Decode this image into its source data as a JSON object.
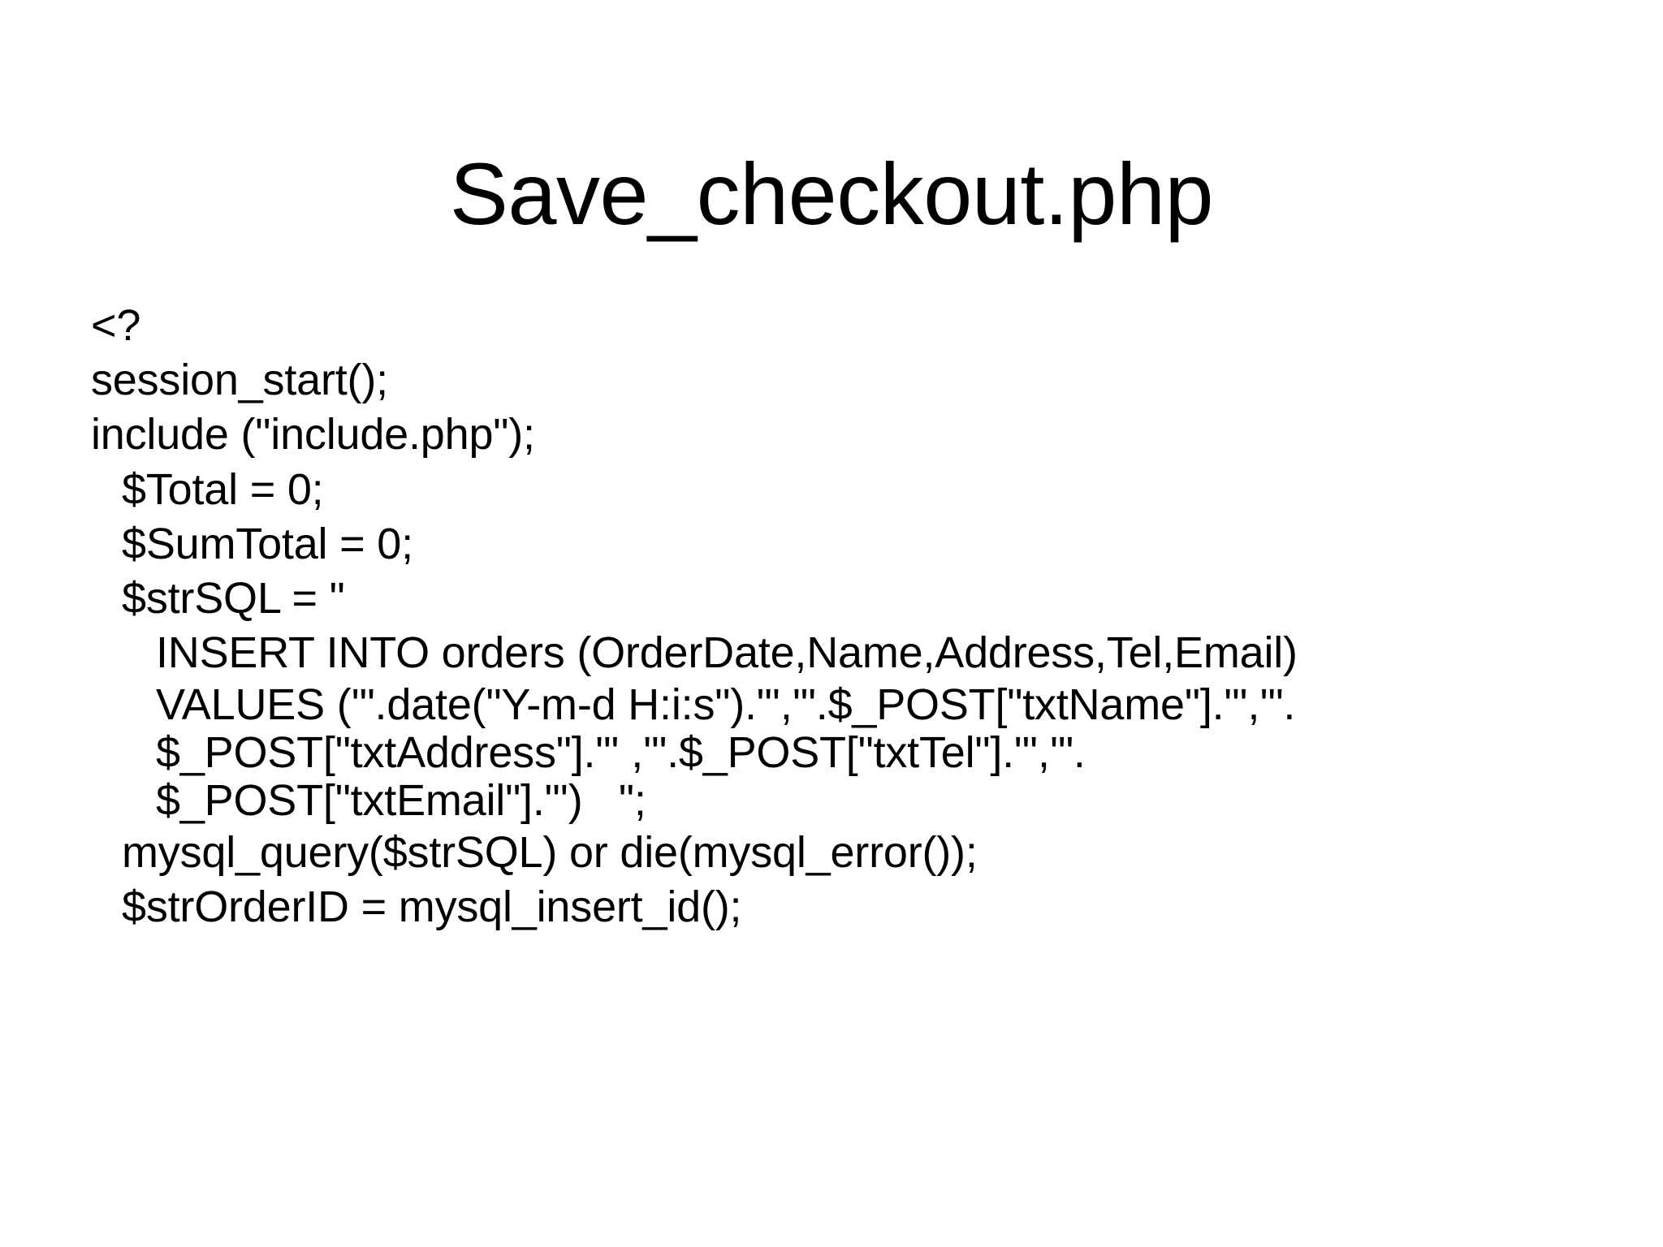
{
  "slide": {
    "title": "Save_checkout.php",
    "background_color": "#ffffff",
    "text_color": "#000000",
    "code_lines": [
      {
        "text": "<?",
        "indent": 0
      },
      {
        "text": "session_start();",
        "indent": 0
      },
      {
        "text": "include (\"include.php\");",
        "indent": 0
      },
      {
        "text": "$Total = 0;",
        "indent": 1
      },
      {
        "text": "$SumTotal = 0;",
        "indent": 1
      },
      {
        "text": "$strSQL = \"",
        "indent": 1
      },
      {
        "text": "INSERT INTO orders (OrderDate,Name,Address,Tel,Email)",
        "indent": 2
      },
      {
        "text": "VALUES ('\".date(\"Y-m-d H:i:s\").\"','\".$_POST[\"txtName\"].\"','\".",
        "indent": 2,
        "tight": true
      },
      {
        "text": "$_POST[\"txtAddress\"].\"' ,'\".$_POST[\"txtTel\"].\"','\".",
        "indent": 2,
        "tight": true
      },
      {
        "text": "$_POST[\"txtEmail\"].\"')   \";",
        "indent": 2,
        "tight": true
      },
      {
        "text": "mysql_query($strSQL) or die(mysql_error());",
        "indent": 1
      },
      {
        "text": "$strOrderID = mysql_insert_id();",
        "indent": 1
      }
    ]
  }
}
